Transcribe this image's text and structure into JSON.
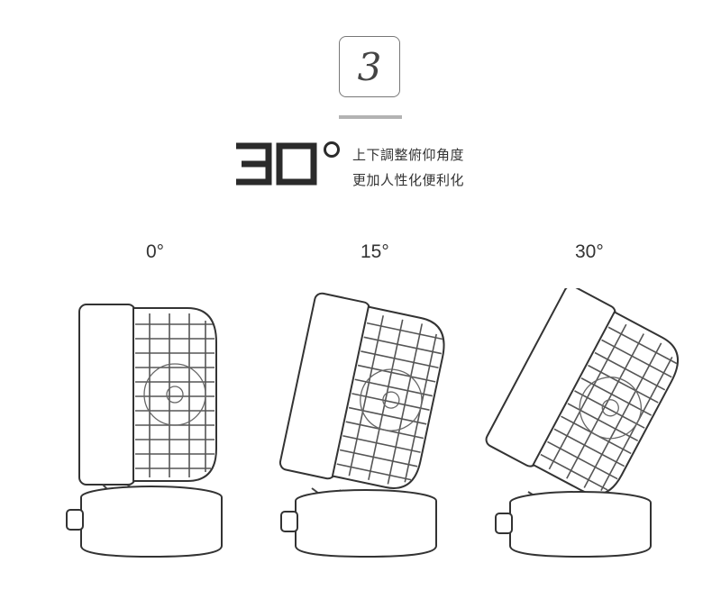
{
  "step": {
    "number": "3"
  },
  "feature": {
    "big_angle": "30°",
    "line1": "上下調整俯仰角度",
    "line2": "更加人性化便利化"
  },
  "angles": [
    {
      "label": "0°",
      "tilt": 0
    },
    {
      "label": "15°",
      "tilt": 15
    },
    {
      "label": "30°",
      "tilt": 30
    }
  ]
}
